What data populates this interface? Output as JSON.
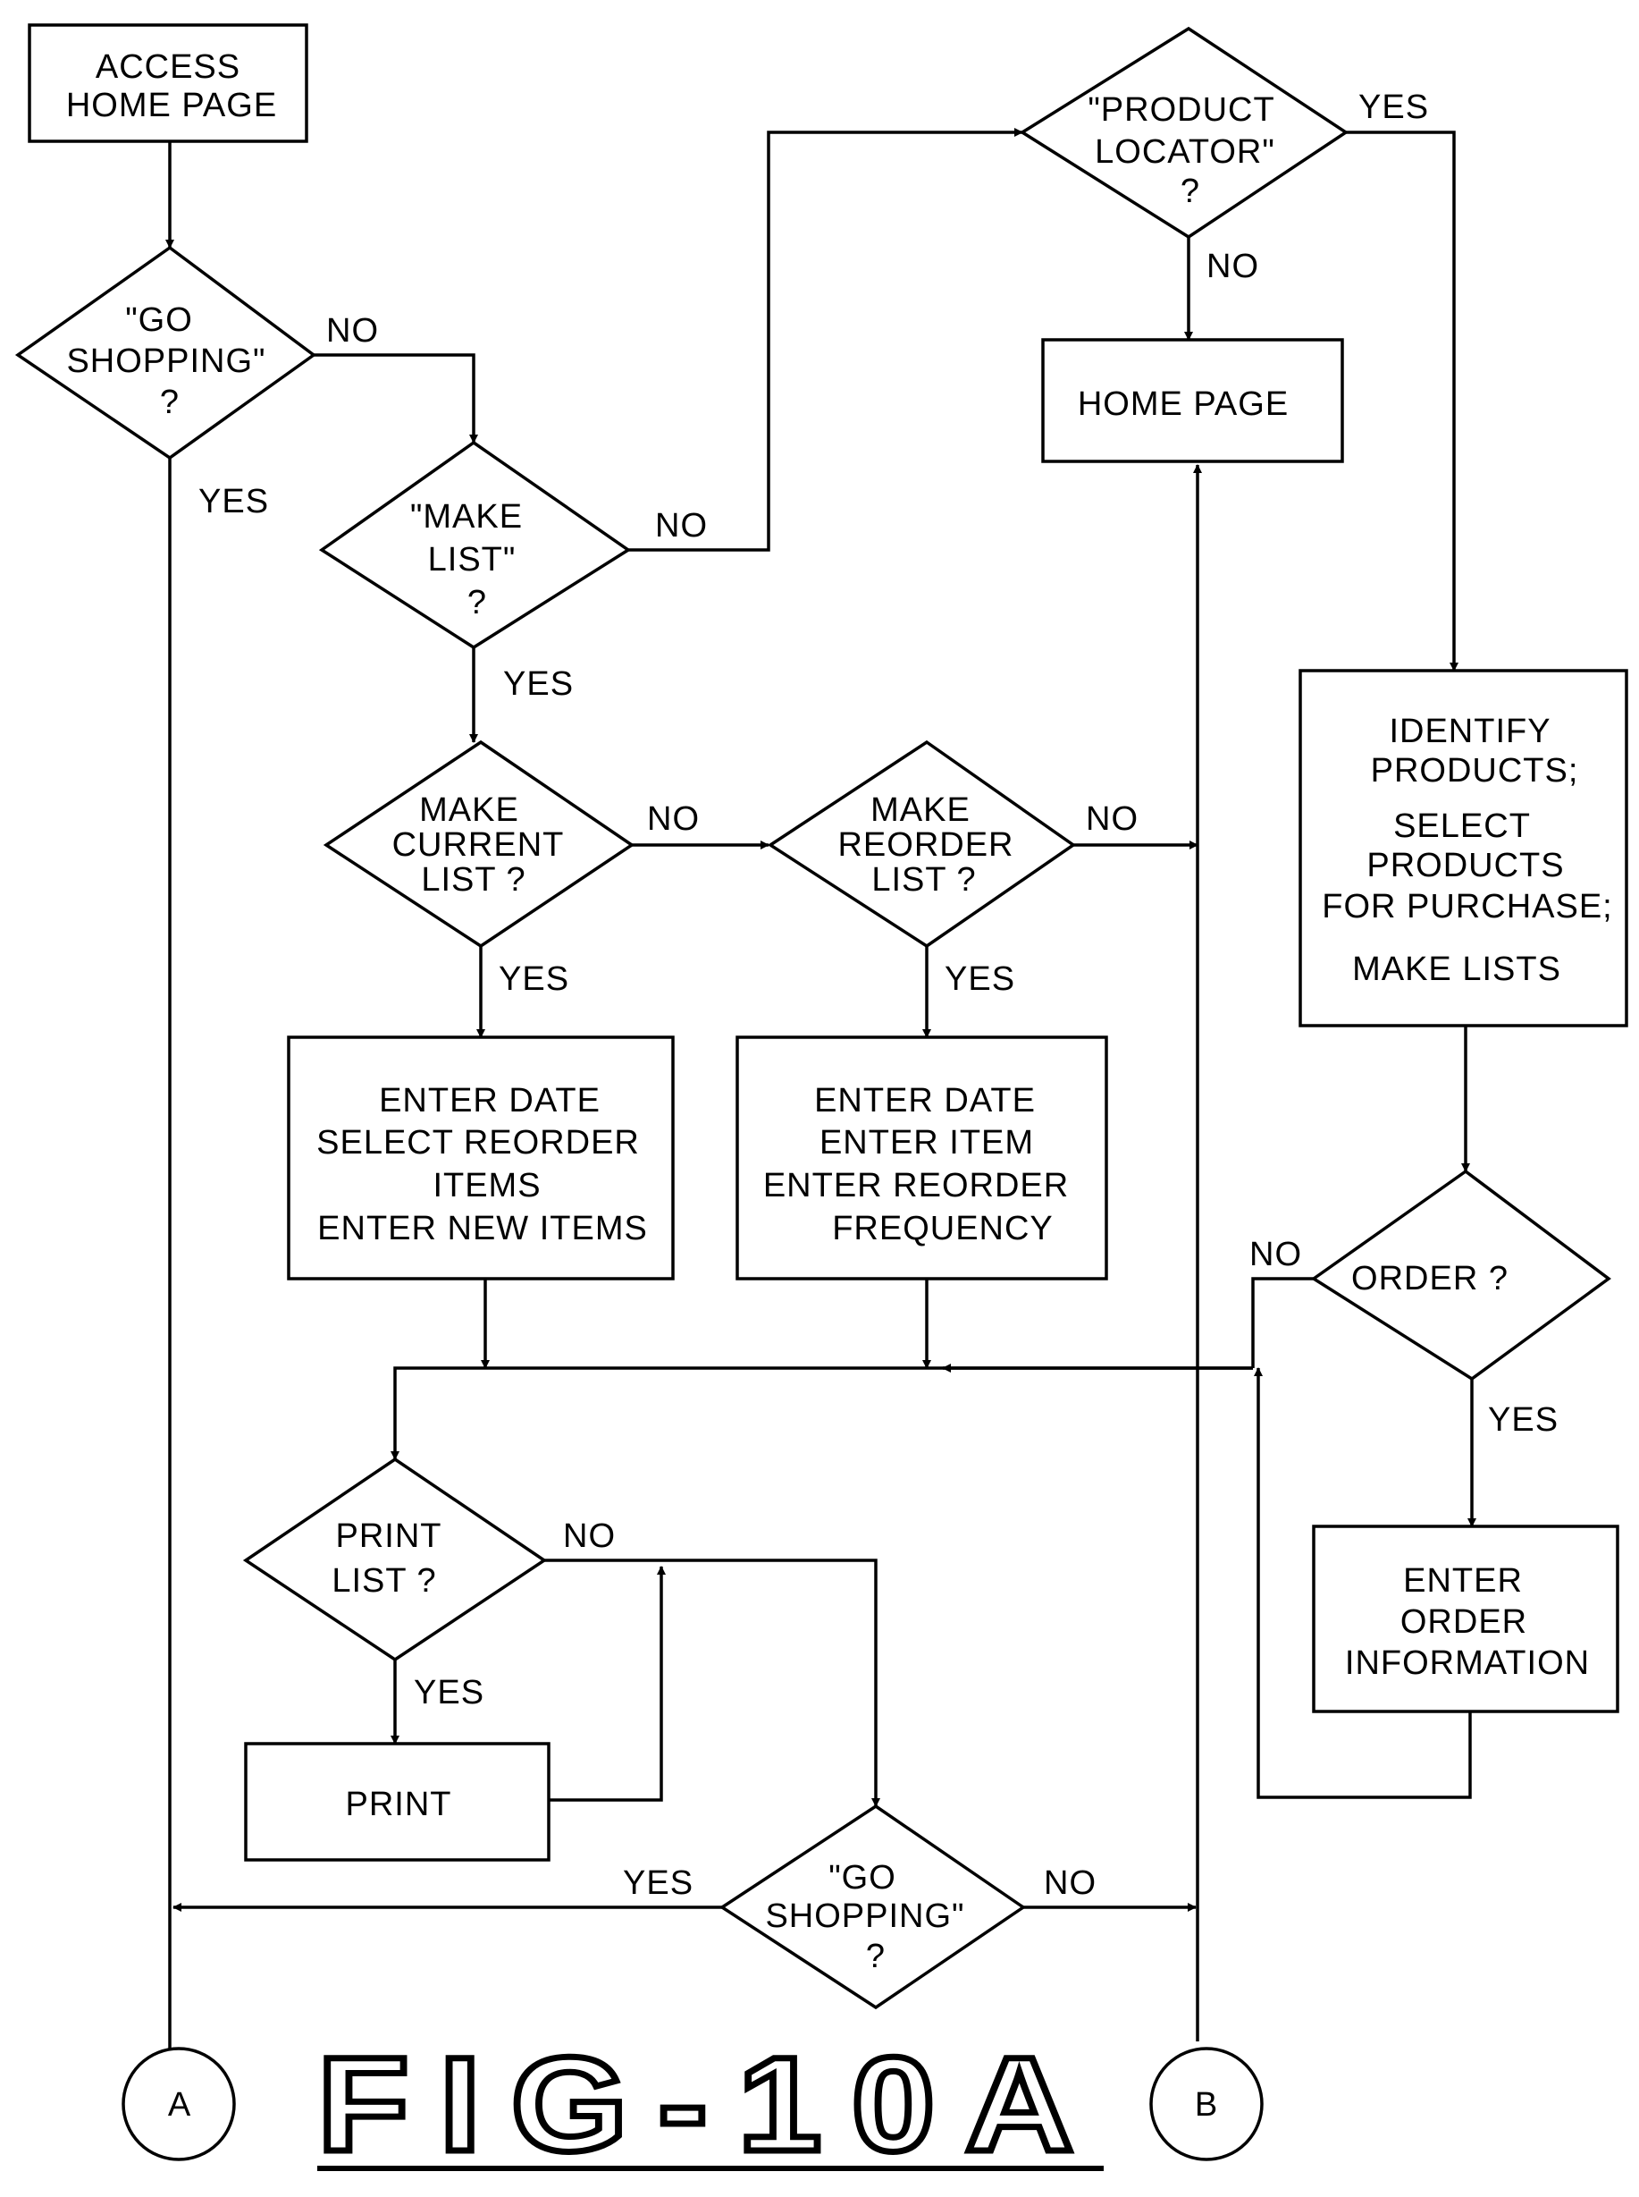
{
  "nodes": {
    "access_home_page": [
      "ACCESS",
      "HOME PAGE"
    ],
    "go_shopping_1": [
      "\"GO",
      "SHOPPING\"",
      "?"
    ],
    "make_list": [
      "\"MAKE",
      "LIST\"",
      "?"
    ],
    "product_locator": [
      "\"PRODUCT",
      "LOCATOR\"",
      "?"
    ],
    "home_page": [
      "HOME PAGE"
    ],
    "make_current_list": [
      "MAKE",
      "CURRENT",
      "LIST ?"
    ],
    "make_reorder_list": [
      "MAKE",
      "REORDER",
      "LIST ?"
    ],
    "identify_products": [
      "IDENTIFY",
      "PRODUCTS;",
      "SELECT",
      "PRODUCTS",
      "FOR PURCHASE;",
      "MAKE LISTS"
    ],
    "current_list_box": [
      "ENTER DATE",
      "SELECT REORDER",
      "ITEMS",
      "ENTER NEW ITEMS"
    ],
    "reorder_list_box": [
      "ENTER DATE",
      "ENTER ITEM",
      "ENTER REORDER",
      "FREQUENCY"
    ],
    "order": [
      "ORDER ?"
    ],
    "print_list": [
      "PRINT",
      "LIST ?"
    ],
    "print": [
      "PRINT"
    ],
    "enter_order_info": [
      "ENTER",
      "ORDER",
      "INFORMATION"
    ],
    "go_shopping_2": [
      "\"GO",
      "SHOPPING\"",
      "?"
    ],
    "connector_a": [
      "A"
    ],
    "connector_b": [
      "B"
    ]
  },
  "edge_labels": {
    "go_shopping_1_no": "NO",
    "go_shopping_1_yes": "YES",
    "make_list_no": "NO",
    "make_list_yes": "YES",
    "product_locator_yes": "YES",
    "product_locator_no": "NO",
    "make_current_list_no": "NO",
    "make_current_list_yes": "YES",
    "make_reorder_list_no": "NO",
    "make_reorder_list_yes": "YES",
    "order_no": "NO",
    "order_yes": "YES",
    "print_list_no": "NO",
    "print_list_yes": "YES",
    "go_shopping_2_yes": "YES",
    "go_shopping_2_no": "NO"
  },
  "figure_title": "FIG-10A"
}
